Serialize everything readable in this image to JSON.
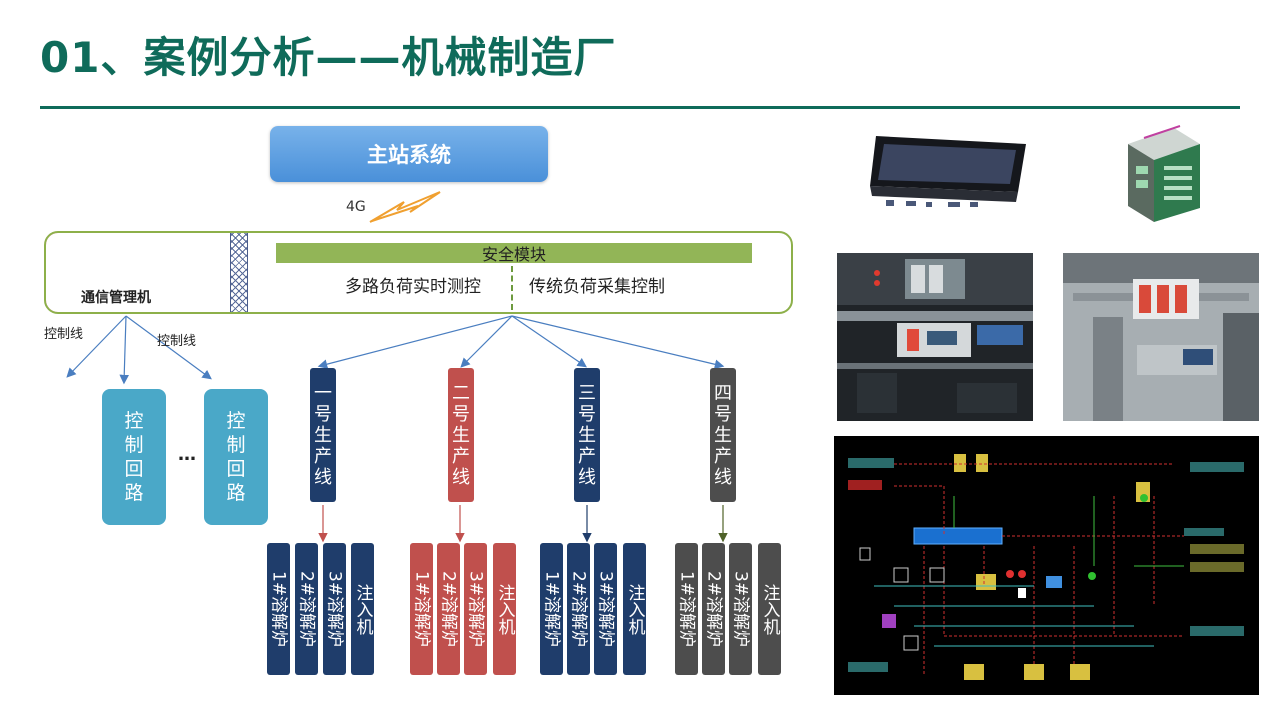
{
  "slide": {
    "title": "01、案例分析——机械制造厂",
    "accent_color": "#0f6b5a"
  },
  "diagram": {
    "master_station": "主站系统",
    "link_label": "4G",
    "comm_manager": "通信管理机",
    "safety_module": "安全模块",
    "multi_load": "多路负荷实时测控",
    "traditional_load": "传统负荷采集控制",
    "control_line_labels": [
      "控制线",
      "控制线"
    ],
    "control_loops": [
      "控制回路",
      "控制回路"
    ],
    "ellipsis": "…",
    "production_lines": [
      {
        "name": "一号生产线",
        "color": "#1f3d6b",
        "arrow_color": "#1f3d6b",
        "units": [
          "1#溶解炉",
          "2#溶解炉",
          "3#溶解炉",
          "注入机"
        ]
      },
      {
        "name": "二号生产线",
        "color": "#c0504d",
        "arrow_color": "#c0504d",
        "units": [
          "1#溶解炉",
          "2#溶解炉",
          "3#溶解炉",
          "注入机"
        ]
      },
      {
        "name": "三号生产线",
        "color": "#1f3d6b",
        "arrow_color": "#1f3d6b",
        "units": [
          "1#溶解炉",
          "2#溶解炉",
          "3#溶解炉",
          "注入机"
        ]
      },
      {
        "name": "四号生产线",
        "color": "#4d4d4d",
        "arrow_color": "#4f6228",
        "units": [
          "1#溶解炉",
          "2#溶解炉",
          "3#溶解炉",
          "注入机"
        ]
      }
    ]
  },
  "photos": [
    "touchscreen-photo",
    "meter-module-photo",
    "cabinet-photo-1",
    "cabinet-photo-2",
    "scada-screen"
  ]
}
